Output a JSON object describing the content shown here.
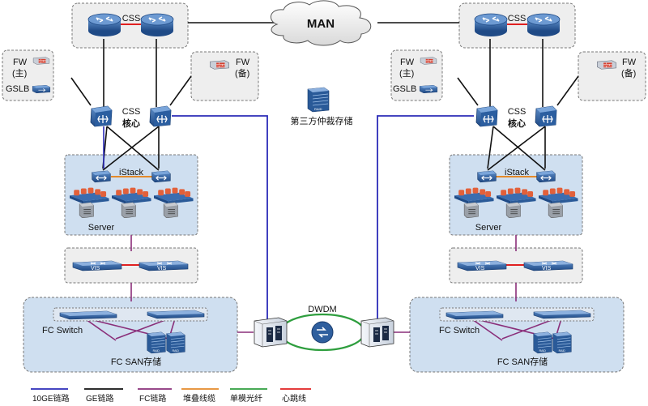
{
  "center": {
    "man_label": "MAN",
    "arbiter_label": "第三方仲裁存储",
    "dwdm_label": "DWDM"
  },
  "left_site": {
    "css_top_label": "CSS",
    "fw_main_label_1": "FW",
    "fw_main_label_2": "(主)",
    "gslb_label": "GSLB",
    "fw_backup_label_1": "FW",
    "fw_backup_label_2": "(备)",
    "core_css_label": "CSS",
    "core_label": "核心",
    "istack_label": "iStack",
    "server_label": "Server",
    "vis_label_1": "VIS",
    "vis_label_2": "VIS",
    "fc_switch_label": "FC Switch",
    "fc_san_label": "FC SAN存储"
  },
  "right_site": {
    "css_top_label": "CSS",
    "fw_main_label_1": "FW",
    "fw_main_label_2": "(主)",
    "gslb_label": "GSLB",
    "fw_backup_label_1": "FW",
    "fw_backup_label_2": "(备)",
    "core_css_label": "CSS",
    "core_label": "核心",
    "istack_label": "iStack",
    "server_label": "Server",
    "vis_label_1": "VIS",
    "vis_label_2": "VIS",
    "fc_switch_label": "FC Switch",
    "fc_san_label": "FC SAN存储"
  },
  "legend": [
    {
      "label": "10GE链路",
      "color": "#2b2bb8"
    },
    {
      "label": "GE链路",
      "color": "#111111"
    },
    {
      "label": "FC链路",
      "color": "#8a2f7a"
    },
    {
      "label": "堆叠线缆",
      "color": "#e48a2a"
    },
    {
      "label": "单模光纤",
      "color": "#2e9e3e"
    },
    {
      "label": "心跳线",
      "color": "#e02020"
    }
  ],
  "colors": {
    "link_10ge": "#2b2bb8",
    "link_ge": "#111111",
    "link_fc": "#8a2f7a",
    "link_stack": "#e48a2a",
    "link_singlemode": "#2e9e3e",
    "link_heartbeat": "#e02020",
    "panel_gray": "#eeeeee",
    "panel_blue": "#cfdff0",
    "device_blue": "#2f5f9e"
  }
}
